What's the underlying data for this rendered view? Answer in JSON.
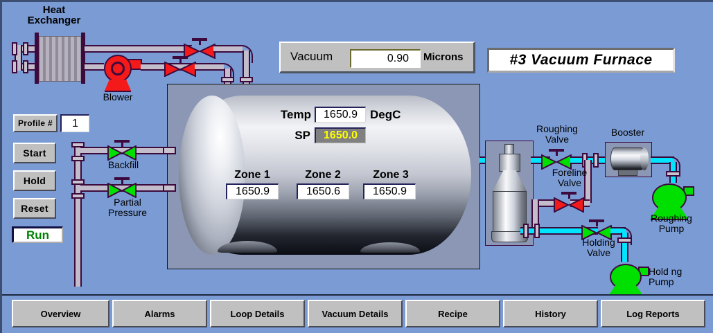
{
  "window": {
    "title": "#3 Vacuum Furnace"
  },
  "header": {
    "vacuum_label": "Vacuum",
    "vacuum_value": "0.90",
    "vacuum_units": "Microns"
  },
  "controls": {
    "profile_label": "Profile #",
    "profile_value": "1",
    "start_label": "Start",
    "hold_label": "Hold",
    "reset_label": "Reset",
    "status_value": "Run",
    "status_color": "#008000"
  },
  "furnace": {
    "temp_label": "Temp",
    "temp_value": "1650.9",
    "temp_units": "DegC",
    "sp_label": "SP",
    "sp_value": "1650.0",
    "sp_color": "#ffff00",
    "zones": [
      {
        "label": "Zone 1",
        "value": "1650.9"
      },
      {
        "label": "Zone 2",
        "value": "1650.6"
      },
      {
        "label": "Zone 3",
        "value": "1650.9"
      }
    ]
  },
  "equipment": {
    "heat_exchanger": "Heat\nExchanger",
    "blower": "Blower",
    "backfill_valve": "Backfill",
    "partial_pressure_valve": "Partial\nPressure",
    "roughing_valve": "Roughing\nValve",
    "foreline_valve": "Foreline\nValve",
    "holding_valve": "Holding\nValve",
    "booster": "Booster",
    "roughing_pump": "Roughing\nPump",
    "holding_pump": "Hold ng\nPump"
  },
  "valve_states": {
    "heat_exchanger_valve_1": "closed",
    "heat_exchanger_valve_2": "closed",
    "backfill": "open",
    "partial_pressure": "open",
    "roughing": "open",
    "foreline": "closed",
    "holding": "open"
  },
  "colors": {
    "background": "#7a9bd4",
    "valve_open": "#00e000",
    "valve_closed": "#f41a1a",
    "pipe": "#c3bccb",
    "pipe_vacuum": "#00e5ff",
    "pipe_border": "#3d0a3d"
  },
  "navbar": {
    "buttons": [
      "Overview",
      "Alarms",
      "Loop Details",
      "Vacuum Details",
      "Recipe",
      "History",
      "Log Reports"
    ]
  }
}
